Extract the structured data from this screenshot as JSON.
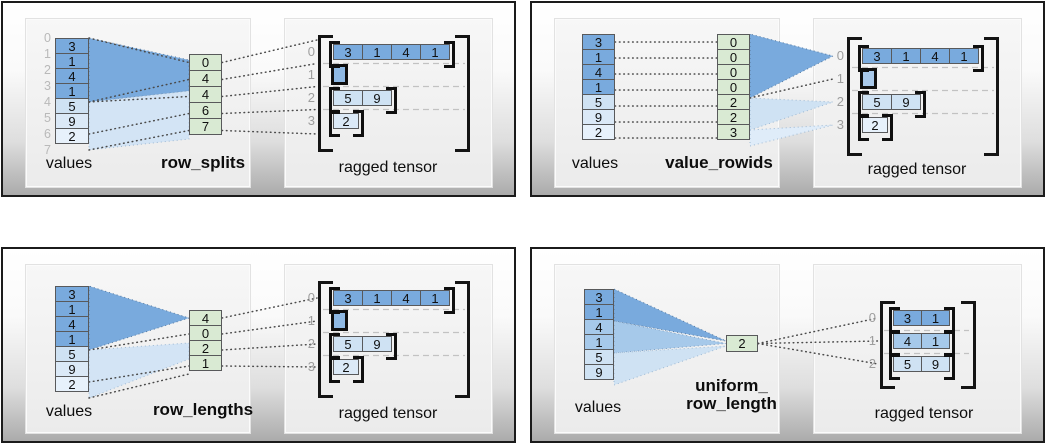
{
  "palette": {
    "dark_blue": "#79aadd",
    "medium_blue": "#a6c9ea",
    "light_blue": "#cfe2f3",
    "pale_blue": "#e7f1fb",
    "green": "#d9ead3",
    "index_gray": "#b9b9b9",
    "row_label_gray": "#9e9e9e"
  },
  "panels": [
    {
      "method": "row_splits",
      "values_label": "values",
      "tensor_label": "ragged tensor",
      "indices": [
        "0",
        "1",
        "2",
        "3",
        "4",
        "5",
        "6",
        "7"
      ],
      "values": [
        "3",
        "1",
        "4",
        "1",
        "5",
        "9",
        "2"
      ],
      "method_cells": [
        "0",
        "4",
        "4",
        "6",
        "7"
      ],
      "row_labels": [
        "0",
        "1",
        "2",
        "3"
      ],
      "rows": [
        [
          "3",
          "1",
          "4",
          "1"
        ],
        [],
        [
          "5",
          "9"
        ],
        [
          "2"
        ]
      ]
    },
    {
      "method": "value_rowids",
      "values_label": "values",
      "tensor_label": "ragged tensor",
      "values": [
        "3",
        "1",
        "4",
        "1",
        "5",
        "9",
        "2"
      ],
      "method_cells": [
        "0",
        "0",
        "0",
        "0",
        "2",
        "2",
        "3"
      ],
      "row_labels": [
        "0",
        "1",
        "2",
        "3"
      ],
      "rows": [
        [
          "3",
          "1",
          "4",
          "1"
        ],
        [],
        [
          "5",
          "9"
        ],
        [
          "2"
        ]
      ]
    },
    {
      "method": "row_lengths",
      "values_label": "values",
      "tensor_label": "ragged tensor",
      "values": [
        "3",
        "1",
        "4",
        "1",
        "5",
        "9",
        "2"
      ],
      "method_cells": [
        "4",
        "0",
        "2",
        "1"
      ],
      "row_labels": [
        "0",
        "1",
        "2",
        "3"
      ],
      "rows": [
        [
          "3",
          "1",
          "4",
          "1"
        ],
        [],
        [
          "5",
          "9"
        ],
        [
          "2"
        ]
      ]
    },
    {
      "method": "uniform_\nrow_length",
      "values_label": "values",
      "tensor_label": "ragged tensor",
      "values": [
        "3",
        "1",
        "4",
        "1",
        "5",
        "9"
      ],
      "method_cells": [
        "2"
      ],
      "row_labels": [
        "0",
        "1",
        "2"
      ],
      "rows": [
        [
          "3",
          "1"
        ],
        [
          "4",
          "1"
        ],
        [
          "5",
          "9"
        ]
      ]
    }
  ]
}
